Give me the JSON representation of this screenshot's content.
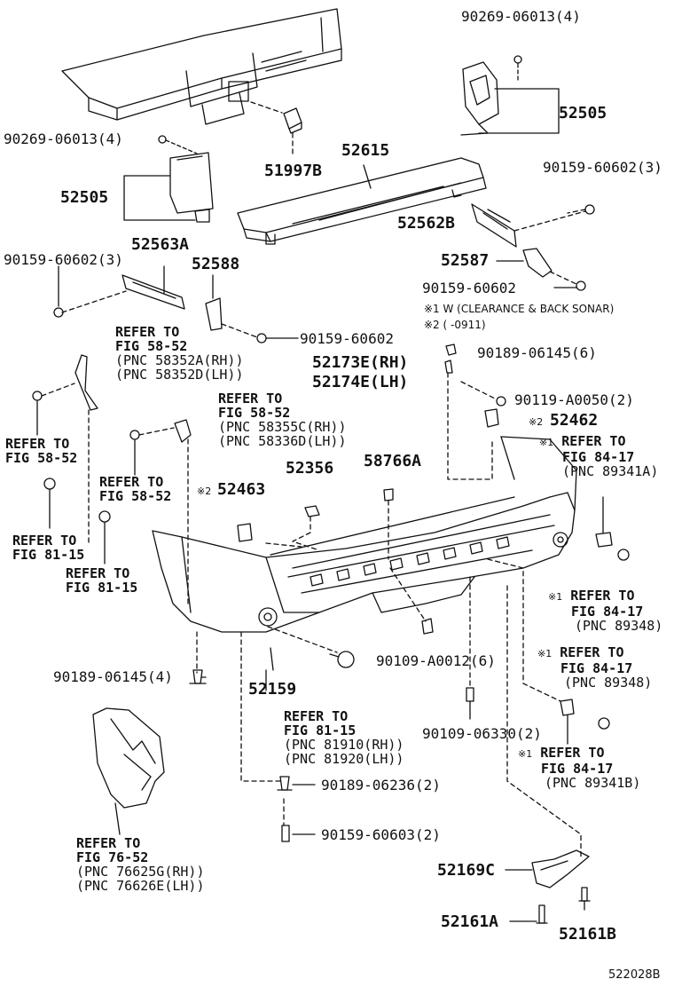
{
  "diagram_id": "522028B",
  "labels": {
    "p1": "90269-06013(4)",
    "p2": "52505",
    "p3": "90269-06013(4)",
    "p4": "51997B",
    "p5": "52615",
    "p6": "52505",
    "p7": "90159-60602(3)",
    "p8": "52562B",
    "p9": "52563A",
    "p10": "52588",
    "p11": "90159-60602(3)",
    "p12": "52587",
    "p13": "90159-60602",
    "p14": "90159-60602",
    "p15": "90189-06145(6)",
    "p16": "52173E(RH)",
    "p17": "52174E(LH)",
    "p18": "90119-A0050(2)",
    "p19": "52462",
    "p20": "52356",
    "p21": "58766A",
    "p22": "52463",
    "p23": "90109-A0012(6)",
    "p24": "52159",
    "p25": "90189-06145(4)",
    "p26": "90109-06330(2)",
    "p27": "90189-06236(2)",
    "p28": "90159-60603(2)",
    "p29": "52169C",
    "p30": "52161A",
    "p31": "52161B"
  },
  "notes": {
    "n1": "※1 W (CLEARANCE & BACK  SONAR)",
    "n2": "※2 (        -0911)",
    "mark1": "※1",
    "mark2": "※2"
  },
  "refs": {
    "r1": [
      "REFER TO",
      "FIG 58-52",
      "(PNC 58352A(RH))",
      "(PNC 58352D(LH))"
    ],
    "r2": [
      "REFER TO",
      "FIG 58-52",
      "(PNC 58355C(RH))",
      "(PNC 58336D(LH))"
    ],
    "r3": [
      "REFER TO",
      "FIG 58-52"
    ],
    "r4": [
      "REFER TO",
      "FIG 58-52"
    ],
    "r5": [
      "REFER TO",
      "FIG 81-15"
    ],
    "r6": [
      "REFER TO",
      "FIG 81-15"
    ],
    "r7": [
      "REFER TO",
      "FIG 84-17",
      "(PNC 89341A)"
    ],
    "r8": [
      "REFER TO",
      "FIG 84-17",
      "(PNC 89348)"
    ],
    "r9": [
      "REFER TO",
      "FIG 84-17",
      "(PNC 89348)"
    ],
    "r10": [
      "REFER TO",
      "FIG 81-15",
      "(PNC 81910(RH))",
      "(PNC 81920(LH))"
    ],
    "r11": [
      "REFER TO",
      "FIG 84-17",
      "(PNC 89341B)"
    ],
    "r12": [
      "REFER TO",
      "FIG 76-52",
      "(PNC 76625G(RH))",
      "(PNC 76626E(LH))"
    ]
  }
}
